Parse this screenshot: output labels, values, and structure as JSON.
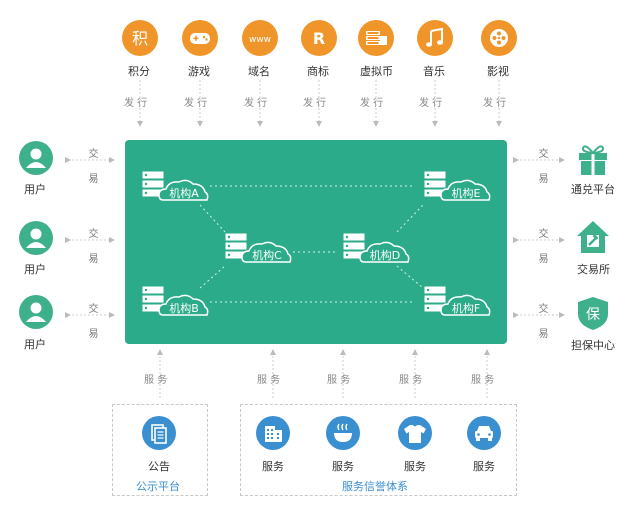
{
  "assets": [
    {
      "glyph": "积",
      "label": "积分",
      "icon": "points-icon"
    },
    {
      "glyph": "",
      "label": "游戏",
      "icon": "gamepad-icon"
    },
    {
      "glyph": "www",
      "label": "域名",
      "icon": "www-icon"
    },
    {
      "glyph": "R",
      "label": "商标",
      "icon": "trademark-icon"
    },
    {
      "glyph": "",
      "label": "虚拟币",
      "icon": "coins-icon"
    },
    {
      "glyph": "",
      "label": "音乐",
      "icon": "music-note-icon"
    },
    {
      "glyph": "",
      "label": "影视",
      "icon": "film-reel-icon"
    }
  ],
  "issue_label": "发 行",
  "users": [
    "用户",
    "用户",
    "用户"
  ],
  "trade_label": "交 易",
  "institutions": [
    "机构A",
    "机构B",
    "机构C",
    "机构D",
    "机构E",
    "机构F"
  ],
  "right_targets": [
    {
      "label": "通兑平台",
      "icon": "gift-icon"
    },
    {
      "label": "交易所",
      "icon": "exchange-house-icon",
      "glyph": ""
    },
    {
      "label": "担保中心",
      "icon": "guarantee-shield-icon",
      "glyph": "保"
    }
  ],
  "service_label": "服 务",
  "public_platform": {
    "item": "公告",
    "title": "公示平台",
    "icon": "announcement-icon"
  },
  "service_system": {
    "items": [
      {
        "label": "服务",
        "icon": "building-icon"
      },
      {
        "label": "服务",
        "icon": "food-bowl-icon"
      },
      {
        "label": "服务",
        "icon": "tshirt-icon"
      },
      {
        "label": "服务",
        "icon": "car-icon"
      }
    ],
    "title": "服务信誉体系"
  },
  "colors": {
    "accent_orange": "#f0952a",
    "network_green": "#2bab8a",
    "user_green": "#3fb08c",
    "service_blue": "#3a8fd0"
  }
}
